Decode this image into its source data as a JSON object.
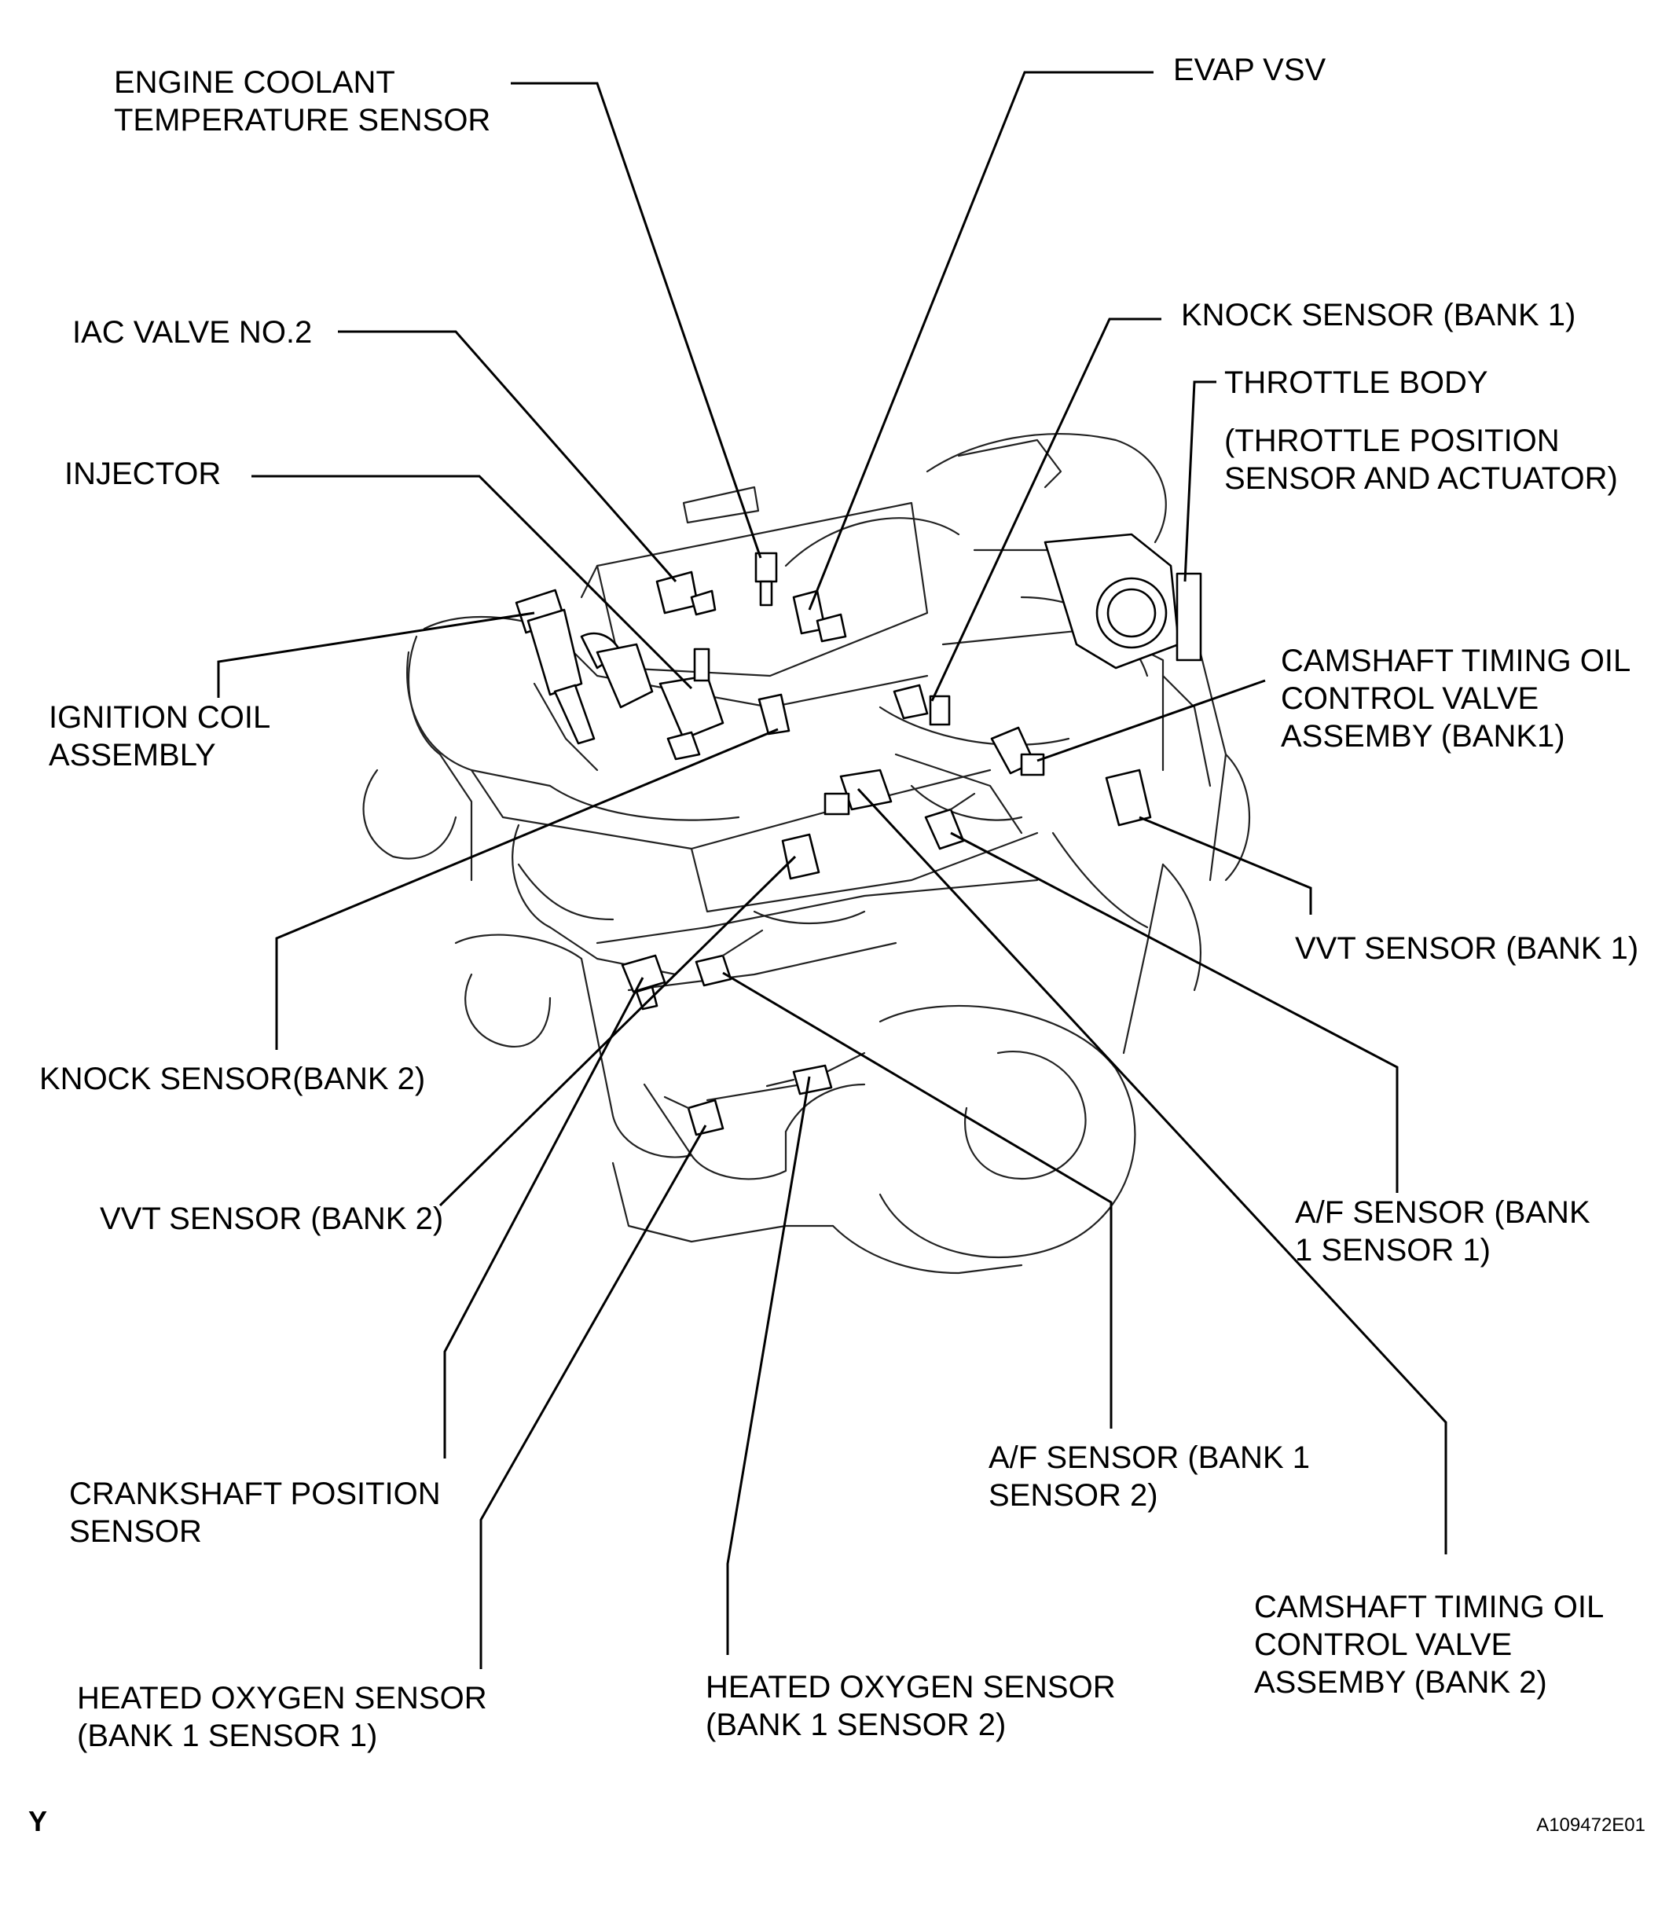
{
  "labels": {
    "ect": [
      "ENGINE COOLANT",
      "TEMPERATURE SENSOR"
    ],
    "evap": [
      "EVAP VSV"
    ],
    "iac": [
      "IAC VALVE NO.2"
    ],
    "knock1": [
      "KNOCK SENSOR (BANK 1)"
    ],
    "throttle": [
      "THROTTLE BODY",
      "(THROTTLE POSITION",
      "SENSOR AND ACTUATOR)"
    ],
    "injector": [
      "INJECTOR"
    ],
    "ignition": [
      "IGNITION COIL",
      "ASSEMBLY"
    ],
    "cam_ocv1": [
      "CAMSHAFT TIMING OIL",
      "CONTROL VALVE",
      "ASSEMBY (BANK1)"
    ],
    "vvt1": [
      "VVT SENSOR (BANK 1)"
    ],
    "knock2": [
      "KNOCK SENSOR(BANK 2)"
    ],
    "vvt2": [
      "VVT SENSOR (BANK 2)"
    ],
    "af_s1": [
      "A/F SENSOR (BANK",
      "1 SENSOR 1)"
    ],
    "crank": [
      "CRANKSHAFT  POSITION",
      "SENSOR"
    ],
    "af_s2": [
      "A/F SENSOR (BANK 1",
      "SENSOR 2)"
    ],
    "cam_ocv2": [
      "CAMSHAFT TIMING OIL",
      "CONTROL VALVE",
      "ASSEMBY (BANK 2)"
    ],
    "ho2_s1": [
      "HEATED OXYGEN SENSOR",
      "(BANK 1 SENSOR 1)"
    ],
    "ho2_s2": [
      "HEATED OXYGEN SENSOR",
      "(BANK 1 SENSOR 2)"
    ]
  },
  "corner_left": "Y",
  "figure_code": "A109472E01"
}
